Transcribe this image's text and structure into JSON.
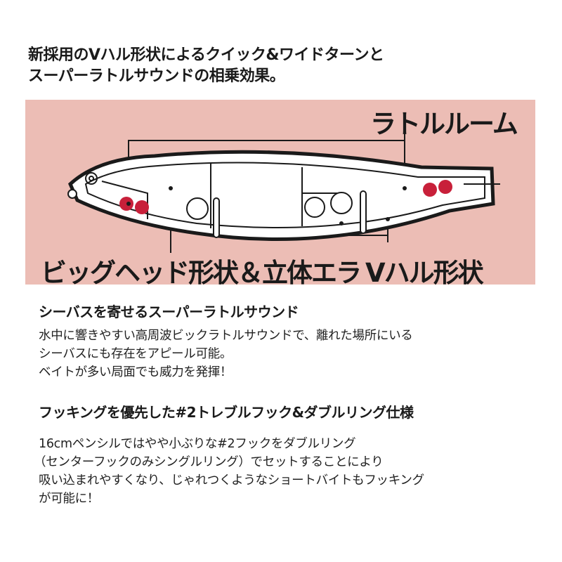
{
  "header": {
    "line1": "新採用のVハル形状によるクイック&ワイドターンと",
    "line2": "スーパーラトルサウンドの相乗効果。"
  },
  "diagram": {
    "label_rattle_room": "ラトルルーム",
    "label_big_head": "ビッグヘッド形状＆立体エラ",
    "label_v_hull": "Vハル形状",
    "panel_color": "#ecbdb5",
    "rattle_color": "#c8203a"
  },
  "section1": {
    "title": "シーバスを寄せるスーパーラトルサウンド",
    "lines": [
      "水中に響きやすい高周波ビックラトルサウンドで、離れた場所にいる",
      "シーバスにも存在をアピール可能。",
      "ベイトが多い局面でも威力を発揮！"
    ]
  },
  "section2": {
    "title": "フッキングを優先した#2トレブルフック&ダブルリング仕様",
    "lines": [
      "16cmペンシルではやや小ぶりな#2フックをダブルリング",
      "（センターフックのみシングルリング）でセットすることにより",
      "吸い込まれやすくなり、じゃれつくようなショートバイトもフッキング",
      "が可能に！"
    ]
  }
}
